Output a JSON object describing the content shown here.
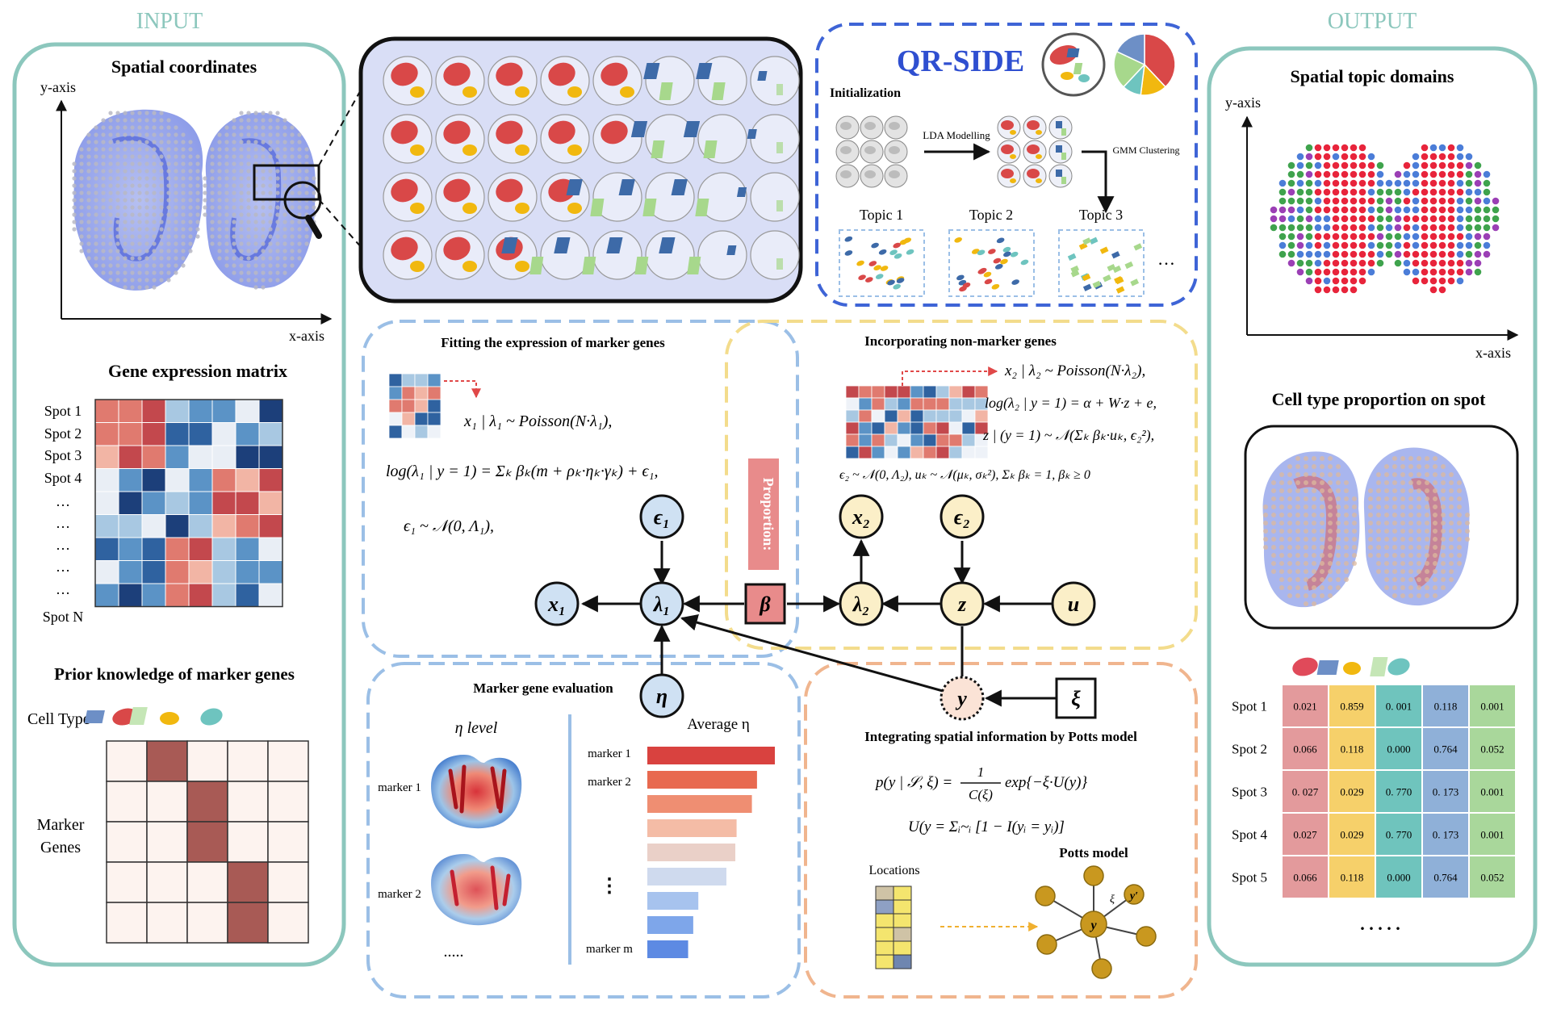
{
  "headers": {
    "input": "INPUT",
    "output": "OUTPUT"
  },
  "input": {
    "spatial_title": "Spatial coordinates",
    "y_axis": "y-axis",
    "x_axis": "x-axis",
    "gene_title": "Gene expression matrix",
    "spots": [
      "Spot 1",
      "Spot 2",
      "Spot 3",
      "Spot 4",
      "…",
      "…",
      "…",
      "…",
      "…",
      "Spot N"
    ],
    "prior_title": "Prior knowledge of marker genes",
    "cell_type_label": "Cell Type",
    "marker_genes_label": [
      "Marker",
      "Genes"
    ]
  },
  "qrside": {
    "title": "QR-SIDE",
    "init_label": "Initialization",
    "lda_label": "LDA Modelling",
    "gmm_label": "GMM Clustering",
    "topics": [
      "Topic 1",
      "Topic 2",
      "Topic 3"
    ],
    "ellipsis": "…"
  },
  "fitting": {
    "title": "Fitting the expression of marker genes",
    "eq1": "x₁ | λ₁ ~ Poisson(N·λ₁),",
    "eq2": "log(λ₁ | y = 1) = Σₖ βₖ(m + ρₖ·ηₖ·γₖ) + ϵ₁,",
    "eq3": "ϵ₁ ~ 𝒩(0, Λ₁),"
  },
  "nonmarker": {
    "title": "Incorporating non-marker genes",
    "eq1": "x₂ | λ₂ ~ Poisson(N·λ₂),",
    "eq2": "log(λ₂ | y = 1) = α + W·z + e,",
    "eq3": "z | (y = 1) ~ 𝒩(Σₖ βₖ·uₖ, ϵ₂²),",
    "eq4": "ϵ₂ ~ 𝒩(0, Λ₂),  uₖ ~ 𝒩(μₖ, σₖ²),   Σₖ βₖ = 1,   βₖ ≥ 0"
  },
  "proportion_label": "Proportion:",
  "graph_nodes": {
    "eps1": "ϵ₁",
    "x1": "x₁",
    "lambda1": "λ₁",
    "beta": "β",
    "lambda2": "λ₂",
    "x2": "x₂",
    "eps2": "ϵ₂",
    "z": "z",
    "u": "u",
    "eta": "η",
    "y": "y",
    "xi": "ξ"
  },
  "marker_eval": {
    "title": "Marker gene evaluation",
    "eta_level": "η level",
    "average_eta": "Average η",
    "heatmap_labels": [
      "marker 1",
      "marker 2"
    ],
    "bar_labels": [
      "marker 1",
      "marker 2",
      "marker m"
    ],
    "bar_values": [
      1.0,
      0.86,
      0.82,
      0.7,
      0.69,
      0.62,
      0.4,
      0.36,
      0.32
    ],
    "dots": ".....",
    "vdots": "⋮"
  },
  "potts": {
    "title": "Integrating spatial information by Potts model",
    "eq1_lhs": "p(y | 𝒮, ξ) =",
    "eq1_num": "1",
    "eq1_den": "C(ξ)",
    "eq1_rhs": "exp{−ξ·U(y)}",
    "eq2": "U(y = Σᵢ~ᵢ [1 − I(yᵢ = yᵢ)]",
    "locations": "Locations",
    "potts_model": "Potts model",
    "center": "y",
    "neighbor": "y′",
    "edge": "ξ"
  },
  "output": {
    "domains_title": "Spatial topic domains",
    "y_axis": "y-axis",
    "x_axis": "x-axis",
    "proportion_title": "Cell type proportion on spot",
    "table_rows": [
      {
        "label": "Spot 1",
        "values": [
          "0.021",
          "0.859",
          "0. 001",
          "0.118",
          "0.001"
        ]
      },
      {
        "label": "Spot 2",
        "values": [
          "0.066",
          "0.118",
          "0.000",
          "0.764",
          "0.052"
        ]
      },
      {
        "label": "Spot 3",
        "values": [
          "0. 027",
          "0.029",
          "0. 770",
          "0. 173",
          "0.001"
        ]
      },
      {
        "label": "Spot 4",
        "values": [
          "0.027",
          "0.029",
          "0. 770",
          "0. 173",
          "0.001"
        ]
      },
      {
        "label": "Spot 5",
        "values": [
          "0.066",
          "0.118",
          "0.000",
          "0.764",
          "0.052"
        ]
      }
    ],
    "table_dots": ". . . . ."
  },
  "colors": {
    "teal_border": "#8cc7bd",
    "blue_dash": "#9bbfe6",
    "yellow_dash": "#f3dc8c",
    "orange_dash": "#f0b58e",
    "qrside_dash": "#3e64d6",
    "qrside_title": "#2f4fd0",
    "red_cell": "#d94848",
    "yellow_cell": "#f1b80f",
    "teal_cell": "#6ec4bf",
    "blue_cell": "#3d6aa8",
    "green_cell": "#a7d88c",
    "node_blue": "#cfe1f3",
    "node_yellow": "#fbefc8",
    "beta_fill": "#e88b8b",
    "marker_fill": "#a85a55",
    "col_red": "#e39a9c",
    "col_yellow": "#f6d06a",
    "col_teal": "#6fc4bd",
    "col_blue": "#8fb0d8",
    "col_green": "#a9d79b"
  }
}
